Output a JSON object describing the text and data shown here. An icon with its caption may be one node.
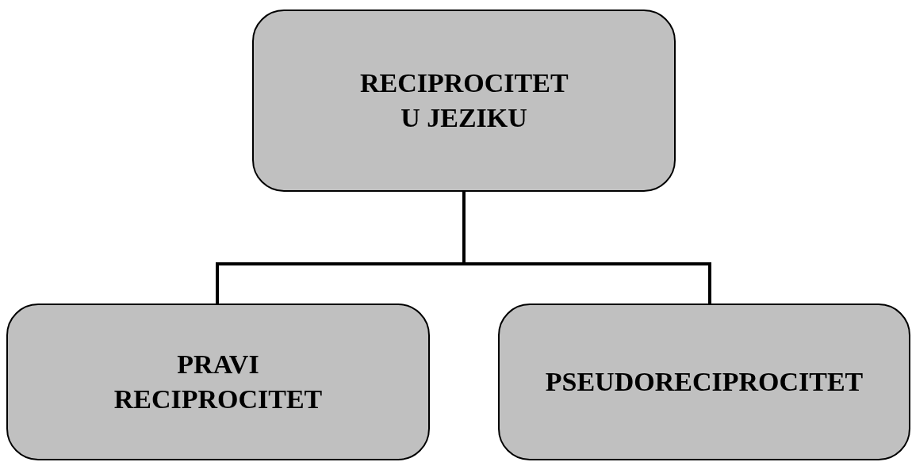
{
  "diagram": {
    "nodes": [
      {
        "text": [
          "RECIPROCITET U JEZIKU"
        ]
      },
      {
        "text": [
          "PRAVI RECIPROCITET"
        ]
      },
      {
        "text": [
          "PSEUDORECIPROCITET"
        ]
      }
    ],
    "edges": [
      {
        "from": 0,
        "to": 1,
        "arrow": "none"
      },
      {
        "from": 0,
        "to": 2,
        "arrow": "none"
      }
    ]
  }
}
